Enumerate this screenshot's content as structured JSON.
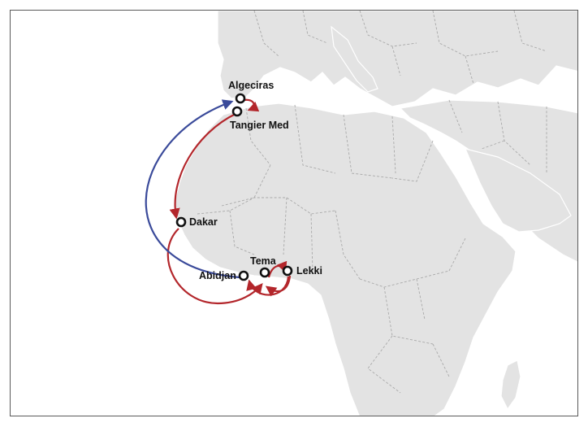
{
  "map": {
    "ports": [
      {
        "id": "algeciras",
        "label": "Algeciras"
      },
      {
        "id": "tangier",
        "label": "Tangier Med"
      },
      {
        "id": "dakar",
        "label": "Dakar"
      },
      {
        "id": "abidjan",
        "label": "Abidjan"
      },
      {
        "id": "tema",
        "label": "Tema"
      },
      {
        "id": "lekki",
        "label": "Lekki"
      }
    ],
    "routes": [
      {
        "from": "Algeciras",
        "to": "Tangier Med",
        "color": "#b3262b"
      },
      {
        "from": "Tangier Med",
        "to": "Dakar",
        "color": "#b3262b"
      },
      {
        "from": "Dakar",
        "to": "Abidjan",
        "color": "#b3262b"
      },
      {
        "from": "Tema",
        "to": "Lekki",
        "color": "#b3262b"
      },
      {
        "from": "Lekki",
        "to": "Tema",
        "color": "#b3262b"
      },
      {
        "from": "Tema",
        "to": "Abidjan",
        "color": "#b3262b"
      },
      {
        "from": "Abidjan",
        "to": "Algeciras",
        "color": "#3a4a9a"
      }
    ],
    "colors": {
      "land": "#e3e3e3",
      "water": "#ffffff",
      "border": "#a9a9a9",
      "outbound_route": "#b3262b",
      "return_route": "#3a4a9a"
    }
  }
}
